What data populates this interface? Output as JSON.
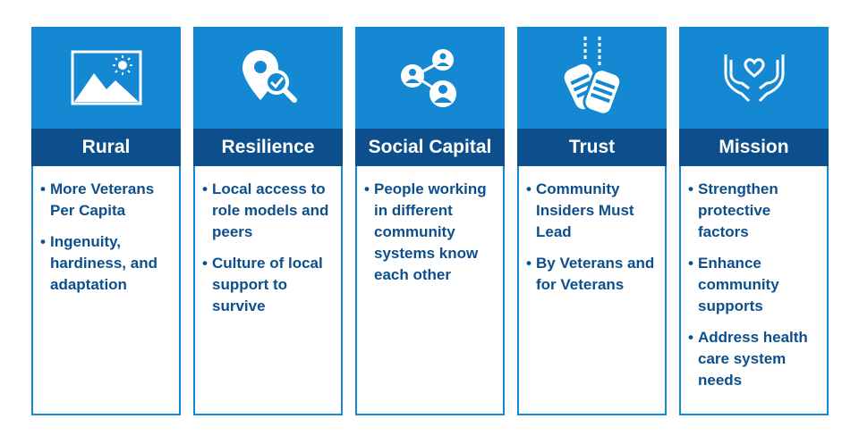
{
  "colors": {
    "icon_bg": "#1488d2",
    "title_bg": "#0c4f8c",
    "text": "#0c4f8c",
    "border": "#1488d2"
  },
  "columns": [
    {
      "title": "Rural",
      "icon": "landscape-icon",
      "bullets": [
        "More Veterans Per Capita",
        "Ingenuity, hardiness, and adaptation"
      ]
    },
    {
      "title": "Resilience",
      "icon": "location-search-icon",
      "bullets": [
        "Local access to role models and peers",
        "Culture of local support to survive"
      ]
    },
    {
      "title": "Social Capital",
      "icon": "network-people-icon",
      "bullets": [
        "People working in different community systems know each other"
      ]
    },
    {
      "title": "Trust",
      "icon": "dog-tags-icon",
      "bullets": [
        "Community Insiders Must Lead",
        "By Veterans and for Veterans"
      ]
    },
    {
      "title": "Mission",
      "icon": "hands-heart-icon",
      "bullets": [
        "Strengthen protective factors",
        "Enhance community supports",
        "Address health care system needs"
      ]
    }
  ]
}
